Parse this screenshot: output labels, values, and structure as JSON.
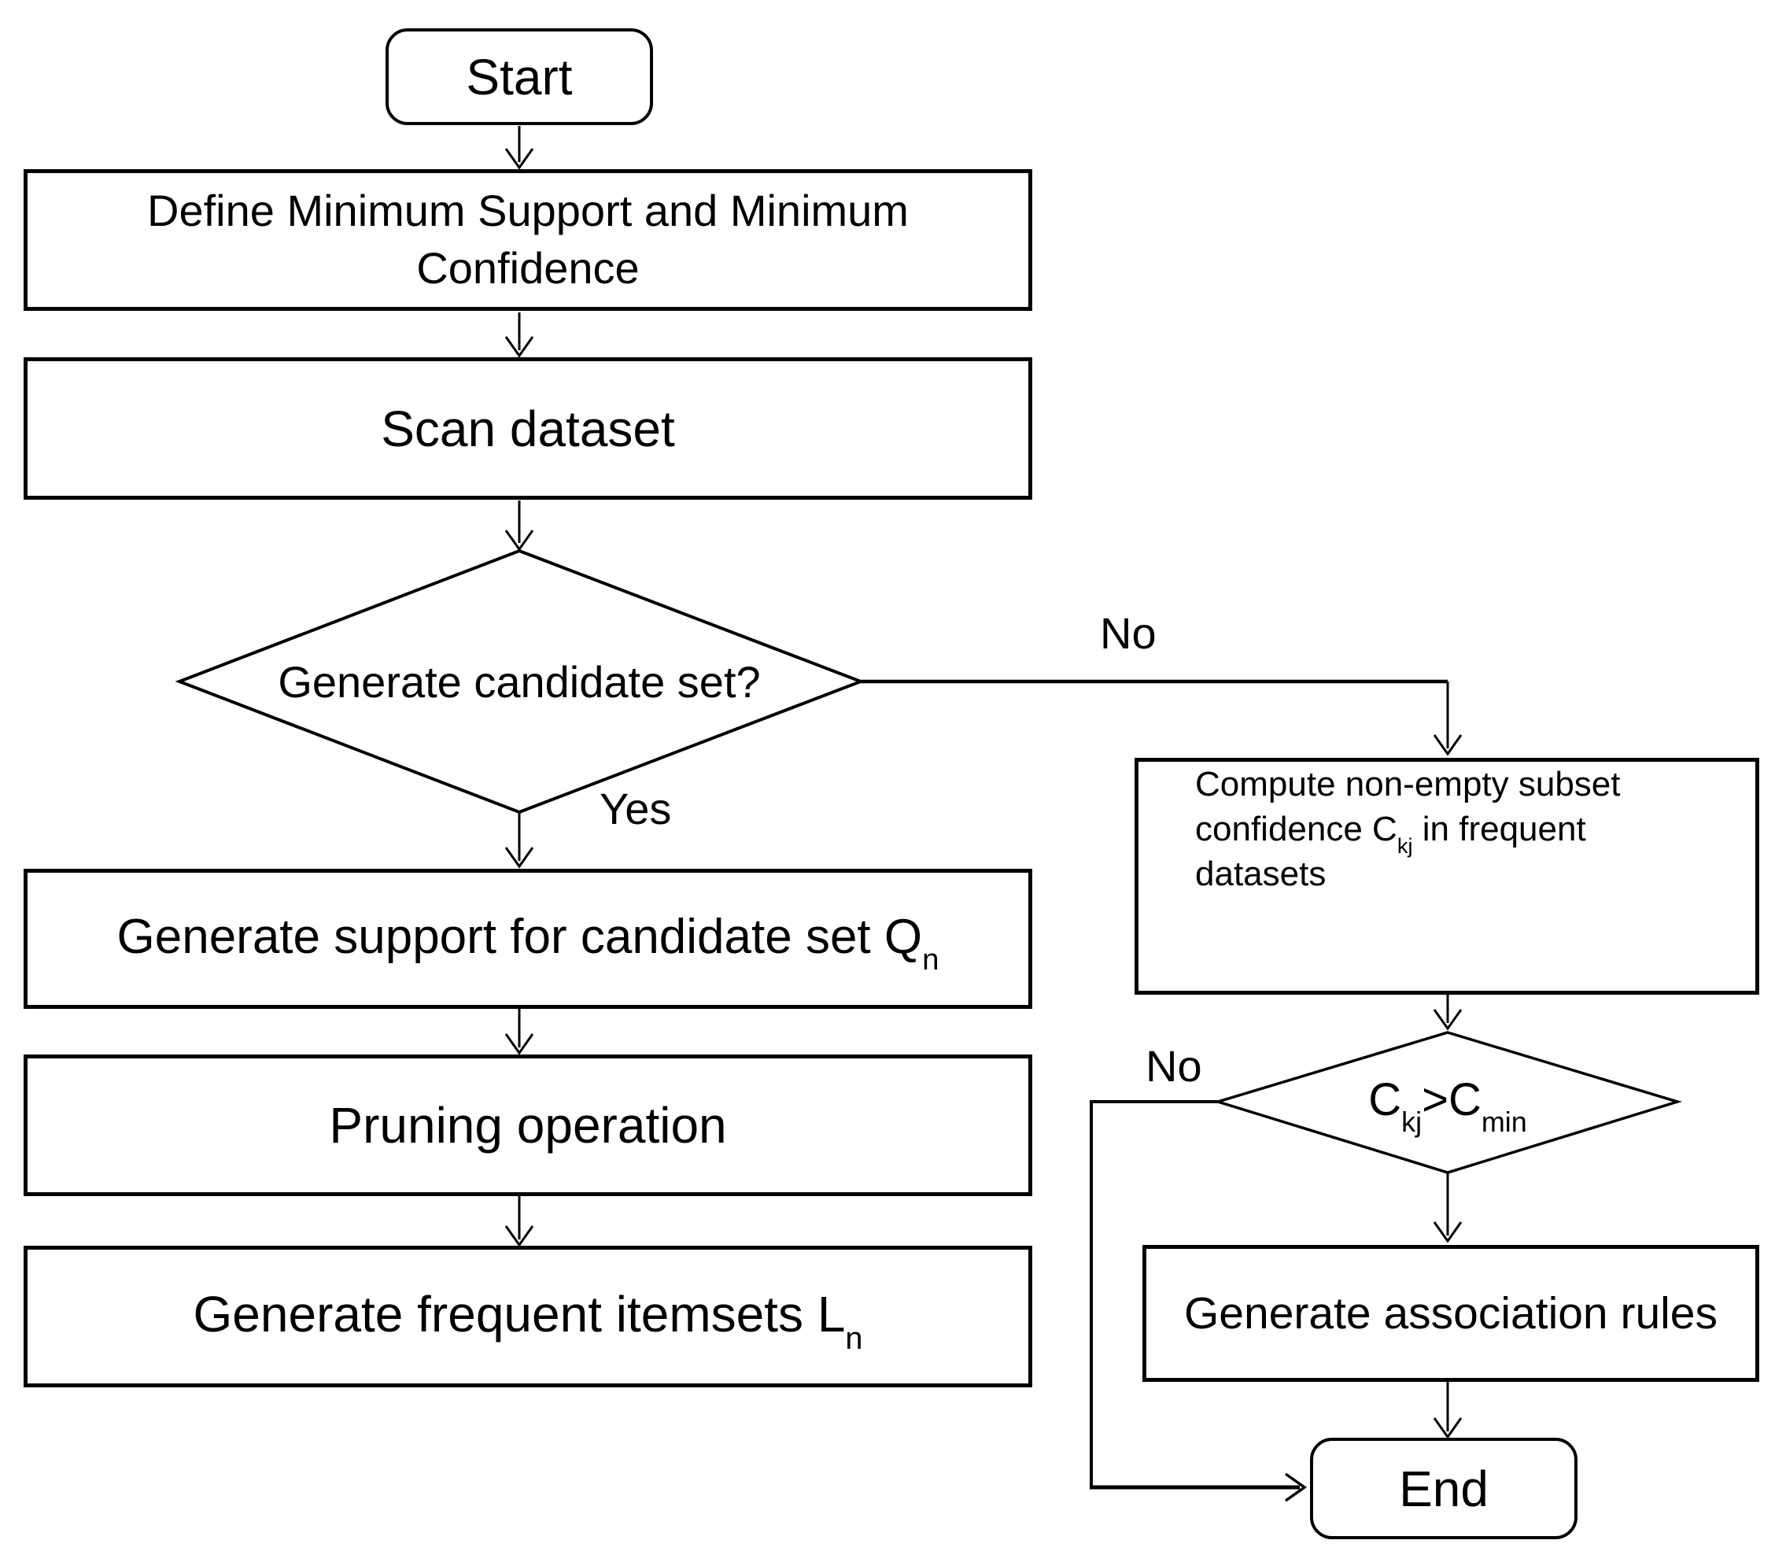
{
  "nodes": {
    "start": {
      "label": "Start"
    },
    "define": {
      "label": "Define Minimum Support and Minimum Confidence"
    },
    "scan": {
      "label": "Scan dataset"
    },
    "decision_candidate": {
      "label": "Generate candidate set?"
    },
    "gen_support": {
      "base": "Generate support for candidate set Q",
      "sub": "n"
    },
    "pruning": {
      "label": "Pruning operation"
    },
    "gen_frequent": {
      "base": "Generate frequent itemsets L",
      "sub": "n"
    },
    "compute_confidence": {
      "line1": "Compute non-empty subset",
      "line2_base": "confidence C",
      "line2_sub": "kj",
      "line2_rest": " in frequent",
      "line3": "datasets"
    },
    "decision_confidence": {
      "lhs_base": "C",
      "lhs_sub": "kj",
      "op": ">",
      "rhs_base": "C",
      "rhs_sub": "min"
    },
    "assoc_rules": {
      "label": "Generate association rules"
    },
    "end": {
      "label": "End"
    }
  },
  "edge_labels": {
    "candidate_yes": "Yes",
    "candidate_no": "No",
    "confidence_no": "No"
  },
  "colors": {
    "stroke": "#000000",
    "text": "#000000",
    "background": "#ffffff"
  }
}
